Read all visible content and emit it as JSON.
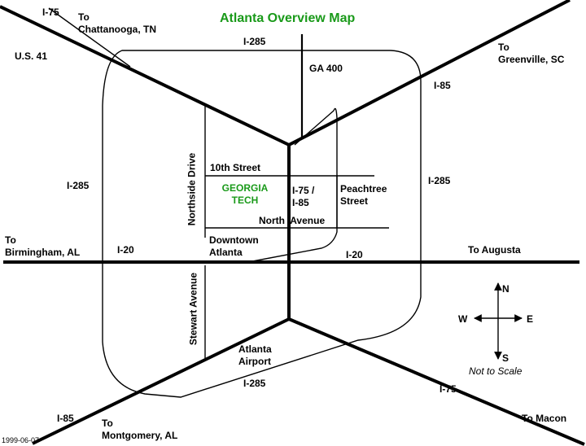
{
  "title": "Atlanta Overview Map",
  "labels": {
    "i75_nw": "I-75",
    "to_chattanooga": "To\nChattanooga, TN",
    "us41": "U.S. 41",
    "i285_top": "I-285",
    "ga400": "GA 400",
    "to_greenville": "To\nGreenville, SC",
    "i85_ne": "I-85",
    "i285_left": "I-285",
    "i285_right": "I-285",
    "tenth_street": "10th Street",
    "georgia_tech": "GEORGIA\nTECH",
    "i75_i85": "I-75 /\nI-85",
    "peachtree": "Peachtree\nStreet",
    "north_avenue": "North  Avenue",
    "northside_drive": "Northside Drive",
    "to_birmingham": "To\nBirmingham, AL",
    "i20_west": "I-20",
    "downtown": "Downtown\nAtlanta",
    "i20_east": "I-20",
    "to_augusta": "To Augusta",
    "stewart_avenue": "Stewart Avenue",
    "airport": "Atlanta\nAirport",
    "i285_bottom": "I-285",
    "i75_se": "I-75",
    "i85_sw": "I-85",
    "to_montgomery": "To\nMontgomery, AL",
    "to_macon": "To Macon",
    "date": "1999-06-07"
  },
  "compass": {
    "n": "N",
    "s": "S",
    "e": "E",
    "w": "W",
    "note": "Not to Scale"
  }
}
